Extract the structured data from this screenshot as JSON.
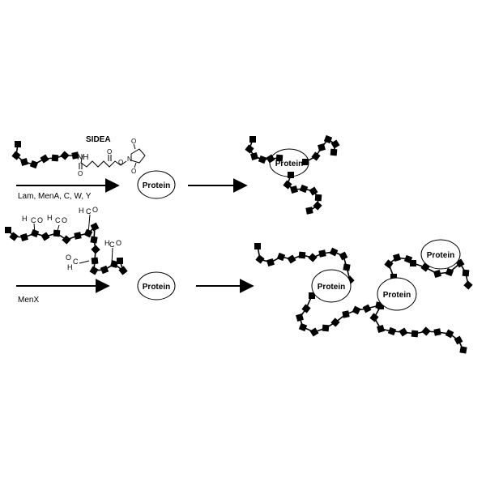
{
  "pathway_top": {
    "reagent_label": "SIDEA",
    "chemistry": {
      "nh": "NH",
      "ester_o": "O",
      "carbonyl_o_left": "O",
      "carbonyl_o_right": "O",
      "n_label": "N",
      "ring_o_top": "O",
      "ring_o_bottom": "O"
    },
    "arrow_caption": "Lam, MenA, C, W, Y",
    "protein_label": "Protein",
    "product_protein_label": "Protein"
  },
  "pathway_bottom": {
    "aldehyde_h": "H",
    "aldehyde_c": "C",
    "aldehyde_o": "O",
    "arrow_caption": "MenX",
    "protein_label": "Protein",
    "product_protein_labels": [
      "Protein",
      "Protein",
      "Protein"
    ]
  }
}
